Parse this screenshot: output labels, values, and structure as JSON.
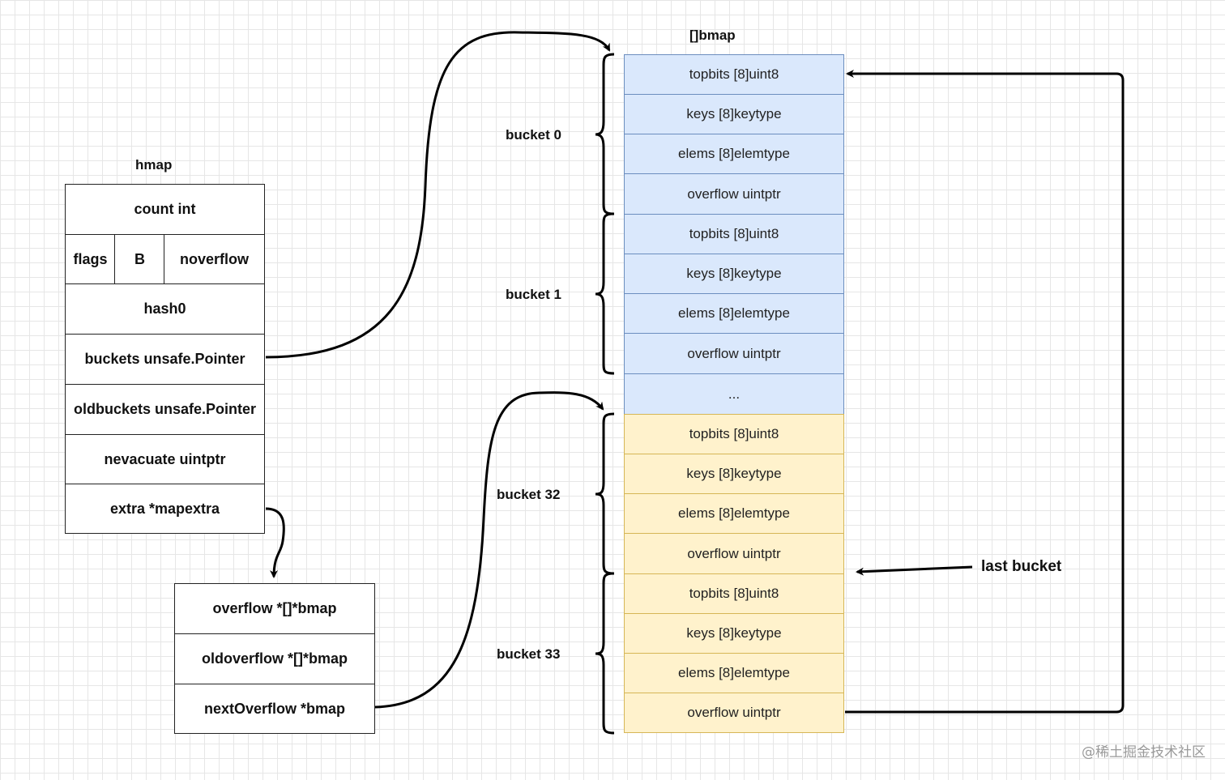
{
  "hmap": {
    "title": "hmap",
    "count": "count int",
    "flags": "flags",
    "b": "B",
    "noverflow": "noverflow",
    "hash0": "hash0",
    "buckets": "buckets unsafe.Pointer",
    "oldbuckets": "oldbuckets unsafe.Pointer",
    "nevacuate": "nevacuate uintptr",
    "extra": "extra *mapextra"
  },
  "mapextra": {
    "overflow": "overflow *[]*bmap",
    "oldoverflow": "oldoverflow *[]*bmap",
    "next_overflow": "nextOverflow *bmap"
  },
  "bmap": {
    "title": "[]bmap",
    "fields": [
      "topbits  [8]uint8",
      "keys  [8]keytype",
      "elems [8]elemtype",
      "overflow  uintptr"
    ],
    "ellipsis": "...",
    "buckets": [
      "bucket 0",
      "bucket 1",
      "bucket 32",
      "bucket 33"
    ],
    "last_bucket_label": "last bucket"
  },
  "colors": {
    "blue_fill": "#dae8fc",
    "blue_border": "#6c8ebf",
    "yellow_fill": "#fff2cc",
    "yellow_border": "#d6b656"
  },
  "watermark": "@稀土掘金技术社区"
}
